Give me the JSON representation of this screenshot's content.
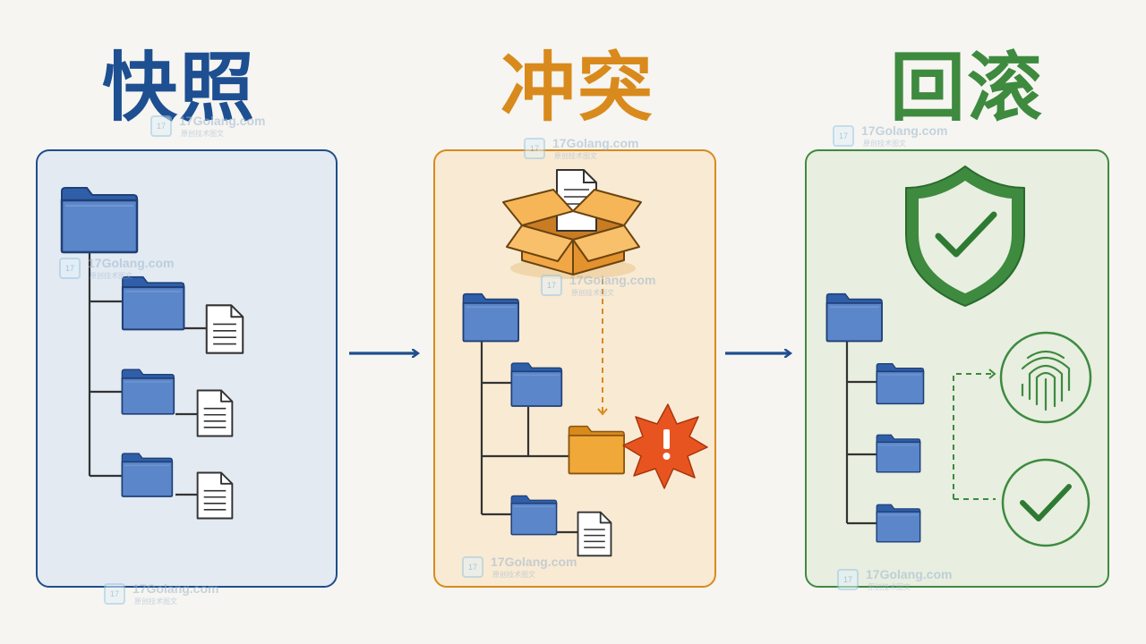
{
  "titles": {
    "snapshot": "快照",
    "conflict": "冲突",
    "rollback": "回滚"
  },
  "colors": {
    "snapshot": "#1d4f91",
    "conflict": "#d98a1c",
    "rollback": "#3e8a3f",
    "folder_blue": "#5b86c9",
    "folder_orange": "#f0a838",
    "alert_red": "#e8541f",
    "arrow": "#1f4e8c"
  },
  "icons": {
    "snapshot_panel": [
      "folder-icon",
      "document-icon"
    ],
    "conflict_panel": [
      "open-box-icon",
      "document-icon",
      "folder-icon",
      "alert-burst-icon"
    ],
    "rollback_panel": [
      "shield-check-icon",
      "folder-icon",
      "fingerprint-icon",
      "check-circle-icon"
    ]
  },
  "watermark": {
    "text": "17Golang.com",
    "subtext": "原创技术图文"
  }
}
